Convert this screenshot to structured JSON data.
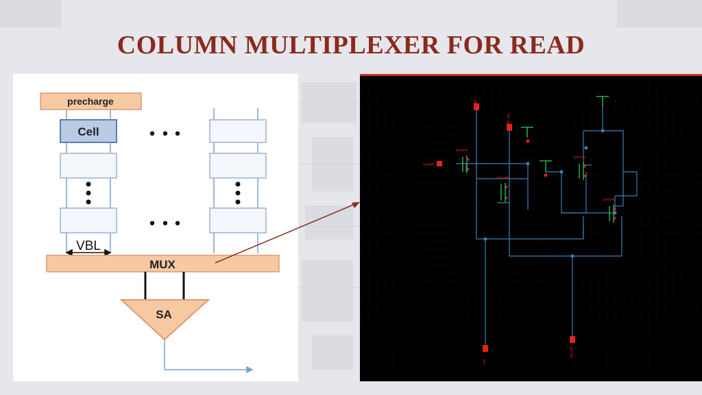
{
  "slide": {
    "title": "COLUMN MULTIPLEXER FOR READ"
  },
  "block_diagram": {
    "precharge_label": "precharge",
    "cell_label": "Cell",
    "dots": "• • •",
    "bitline_label": "VBL",
    "mux_label": "MUX",
    "sense_amp_label": "SA"
  },
  "schematic": {
    "input_pin_label": "colsel",
    "pin_top_1": "BL",
    "pin_top_2": "BL_bar",
    "pin_bottom_1": "out",
    "pin_bottom_2": "out_bar",
    "transistor_labels": [
      "pmos4v",
      "pmos4v",
      "pmos4v",
      "pmos4v"
    ]
  },
  "colors": {
    "title": "#8a2a1c",
    "precharge_fill": "#f6c9a3",
    "cell_fill": "#b8cbe3",
    "wire": "#3c7fb5",
    "pin_red": "#e0241b",
    "ground_green": "#2fae4f",
    "connector_arrow": "#8a2a1c"
  }
}
